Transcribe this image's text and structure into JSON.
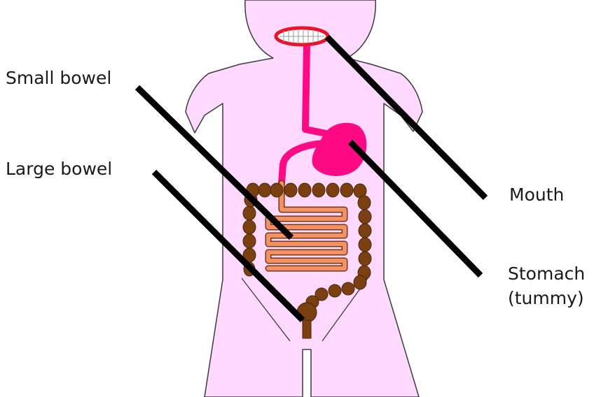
{
  "labels": {
    "small_bowel": "Small bowel",
    "large_bowel": "Large bowel",
    "mouth": "Mouth",
    "stomach_line1": "Stomach",
    "stomach_line2": "(tummy)"
  },
  "colors": {
    "body": "#FFD9FF",
    "outline": "#3C3C3C",
    "esophagus_stomach": "#FF0A85",
    "mouth": "#E8142C",
    "teeth": "#FFFFFF",
    "small_bowel": "#F79060",
    "large_bowel": "#7A4010",
    "pointer": "#000000"
  }
}
